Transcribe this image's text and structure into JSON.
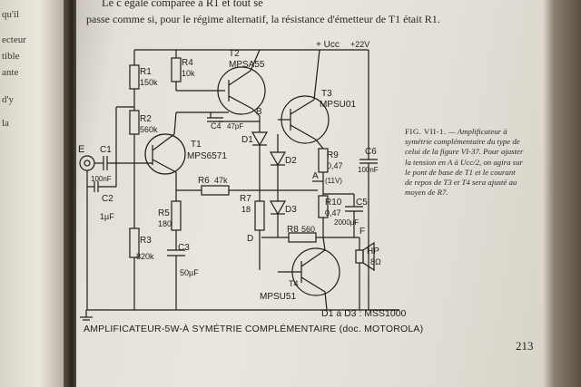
{
  "left_page": {
    "lines": [
      "qu'il",
      "ecteur",
      "tible",
      "ante",
      "d'y",
      "la"
    ]
  },
  "top_text": {
    "line1": "Le c          égale comparée à R1 et tout se",
    "line2": "passe comme si, pour le régime alternatif, la résistance d'émetteur de T1 était R1."
  },
  "caption": {
    "fig": "FIG. VII-1.",
    "text": "— Amplificateur à symétrie complémentaire du type de celui de la figure VI-37. Pour ajuster la tension en A à Ucc/2, on agira sur le pont de base de T1 et le courant de repos de T3 et T4 sera ajusté au moyen de R7."
  },
  "schematic": {
    "supply": "+ Ucc",
    "supply_voltage": "+22V",
    "components": {
      "R1": {
        "name": "R1",
        "value": "150k"
      },
      "R2": {
        "name": "R2",
        "value": "560k"
      },
      "R3": {
        "name": "R3",
        "value": "820k"
      },
      "R4": {
        "name": "R4",
        "value": "10k"
      },
      "R5": {
        "name": "R5",
        "value": "180"
      },
      "R6": {
        "name": "R6",
        "value": "47k"
      },
      "R7": {
        "name": "R7",
        "value": "18"
      },
      "R8": {
        "name": "R8",
        "value": "560"
      },
      "R9": {
        "name": "R9",
        "value": "0,47"
      },
      "R10": {
        "name": "R10",
        "value": "0,47"
      },
      "C1": {
        "name": "C1",
        "value": "100nF"
      },
      "C2": {
        "name": "C2",
        "value": "1µF"
      },
      "C3": {
        "name": "C3",
        "value": "50µF"
      },
      "C4": {
        "name": "C4",
        "value": "47pF"
      },
      "C5": {
        "name": "C5",
        "value": "2000µF"
      },
      "C6": {
        "name": "C6",
        "value": "100nF"
      },
      "T1": {
        "name": "T1",
        "type": "MPS6571"
      },
      "T2": {
        "name": "T2",
        "type": "MPSA55"
      },
      "T3": {
        "name": "T3",
        "type": "MPSU01"
      },
      "T4": {
        "name": "T4",
        "type": "MPSU51"
      },
      "D1": "D1",
      "D2": "D2",
      "D3": "D3",
      "HP": {
        "name": "HP",
        "value": "8Ω"
      }
    },
    "nodes": {
      "E": "E",
      "A": "A",
      "A_voltage": "(11V)",
      "B": "B",
      "D": "D",
      "F": "F"
    },
    "diode_note": "D1 à D3 : MSS1000"
  },
  "bottom_title": "AMPLIFICATEUR-5W-À SYMÉTRIE COMPLÉMENTAIRE (doc. MOTOROLA)",
  "page_number": "213"
}
